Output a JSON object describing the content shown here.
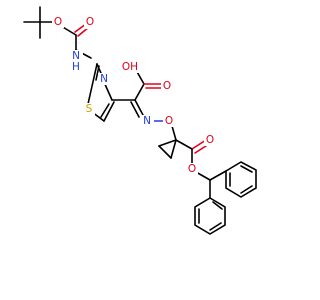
{
  "colors": {
    "bond": "#000000",
    "oxygen": "#e3001b",
    "nitrogen": "#1f3ce0",
    "sulfur": "#c8a400",
    "background": "#ffffff"
  },
  "atoms": {
    "o_carbonyl_boc": "O",
    "o_ester_boc": "O",
    "nh_amide": "H",
    "nh_amide_n": "N",
    "n_thiazole": "N",
    "s_thiazole": "S",
    "oh_acid": "OH",
    "o_carbonyl_acid": "O",
    "n_oxime": "N",
    "o_oxime": "O",
    "o_carbonyl_ester": "O",
    "o_ester_benzhydryl": "O"
  }
}
